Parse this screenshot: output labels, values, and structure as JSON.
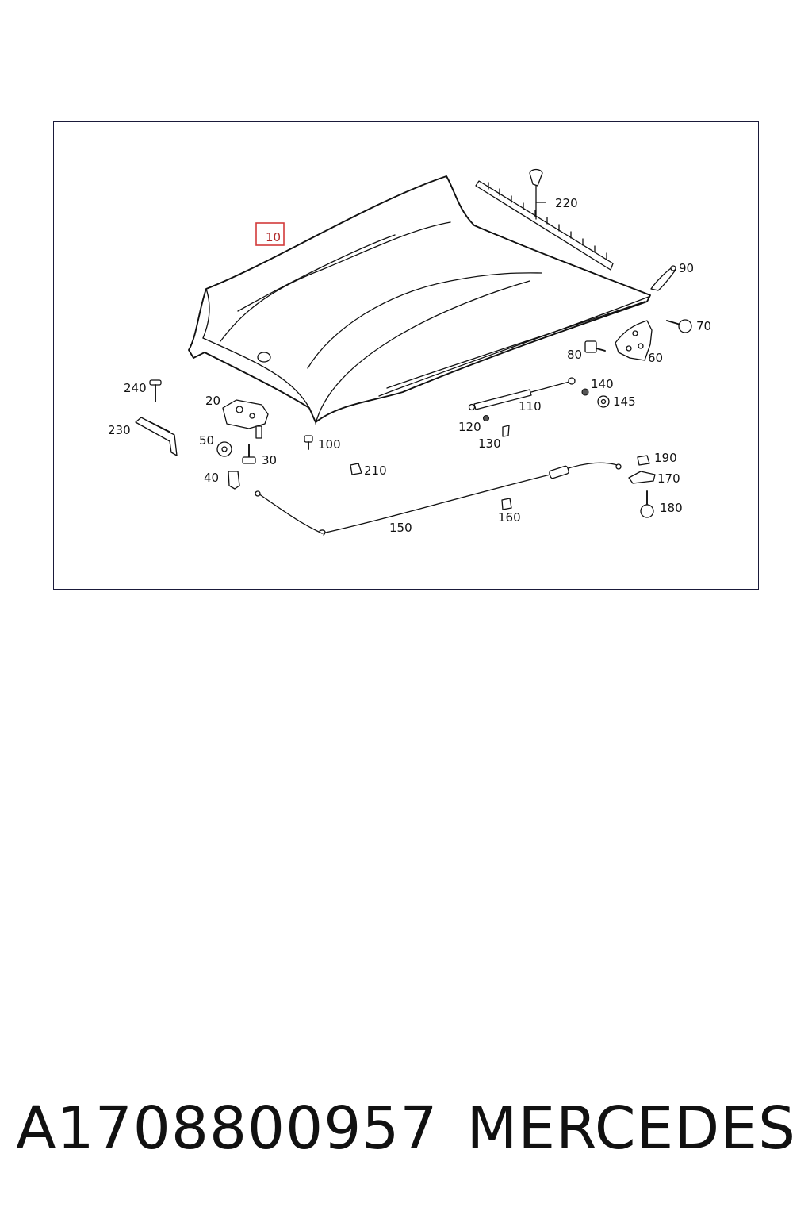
{
  "diagram": {
    "highlighted_label": "10",
    "labels": {
      "p220": "220",
      "p90": "90",
      "p70": "70",
      "p80": "80",
      "p60": "60",
      "p140": "140",
      "p145": "145",
      "p110": "110",
      "p120": "120",
      "p130": "130",
      "p240": "240",
      "p230": "230",
      "p20": "20",
      "p50": "50",
      "p30": "30",
      "p40": "40",
      "p100": "100",
      "p210": "210",
      "p190": "190",
      "p170": "170",
      "p180": "180",
      "p160": "160",
      "p150": "150"
    }
  },
  "footer": {
    "part_number": "A1708800957",
    "brand": "MERCEDES"
  }
}
